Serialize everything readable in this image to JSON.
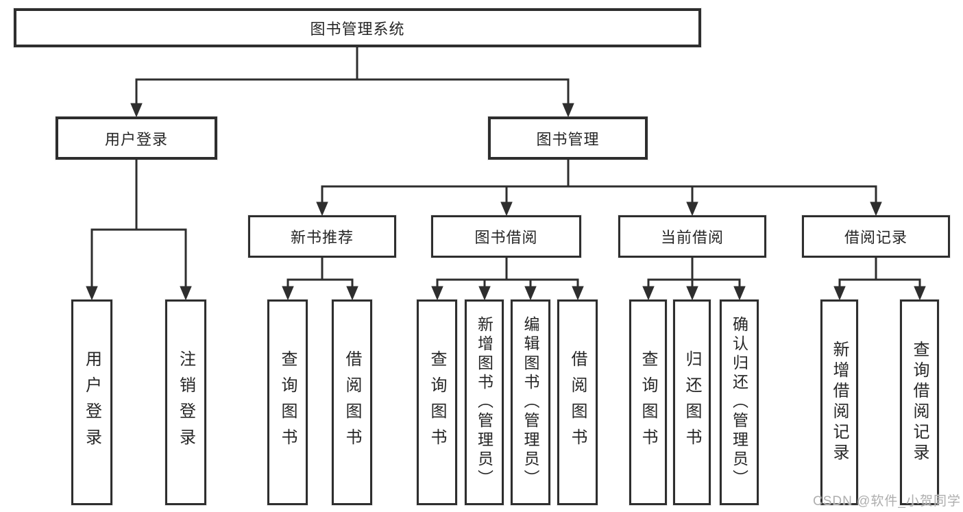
{
  "diagram": {
    "title": "图书管理系统",
    "watermark": "CSDN @软件_小贺同学",
    "colors": {
      "line": "#2e2e2e",
      "text": "#262626",
      "background": "#ffffff",
      "watermark": "#aeaeae"
    },
    "root": {
      "label": "图书管理系统",
      "children": [
        {
          "label": "用户登录",
          "children": [
            {
              "label": "用户登录"
            },
            {
              "label": "注销登录"
            }
          ]
        },
        {
          "label": "图书管理",
          "children": [
            {
              "label": "新书推荐",
              "children": [
                {
                  "label": "查询图书"
                },
                {
                  "label": "借阅图书"
                }
              ]
            },
            {
              "label": "图书借阅",
              "children": [
                {
                  "label": "查询图书"
                },
                {
                  "label": "新增图书（管理员）"
                },
                {
                  "label": "编辑图书（管理员）"
                },
                {
                  "label": "借阅图书"
                }
              ]
            },
            {
              "label": "当前借阅",
              "children": [
                {
                  "label": "查询图书"
                },
                {
                  "label": "归还图书"
                },
                {
                  "label": "确认归还（管理员）"
                }
              ]
            },
            {
              "label": "借阅记录",
              "children": [
                {
                  "label": "新增借阅记录"
                },
                {
                  "label": "查询借阅记录"
                }
              ]
            }
          ]
        }
      ]
    }
  }
}
